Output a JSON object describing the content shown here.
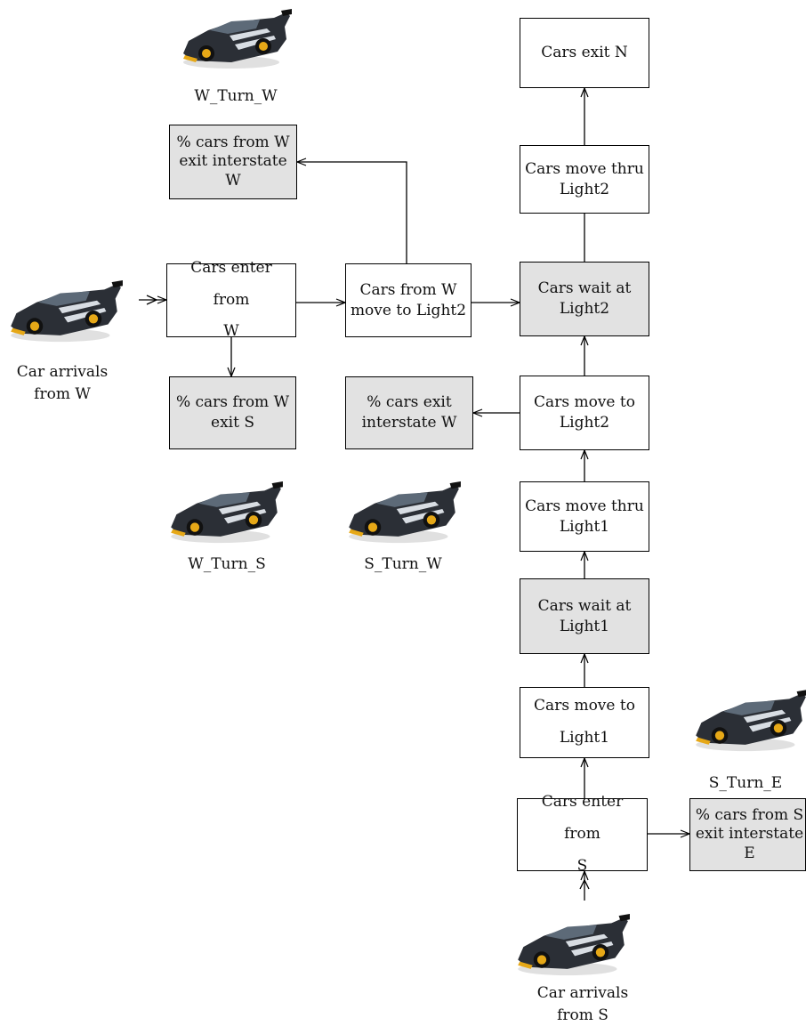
{
  "boxes": {
    "cars_exit_n": "Cars exit N",
    "cars_move_thru_light2": "Cars move thru\nLight2",
    "pct_w_exit_interstate_w": "% cars from W\nexit interstate\nW",
    "cars_enter_from_w": "Cars enter from\nW",
    "cars_from_w_move_light2": "Cars from W\nmove to Light2",
    "cars_wait_light2": "Cars wait at\nLight2",
    "pct_w_exit_s": "% cars from W\nexit S",
    "pct_exit_interstate_w": "% cars exit\ninterstate W",
    "cars_move_to_light2": "Cars move to\nLight2",
    "cars_move_thru_light1": "Cars move thru\nLight1",
    "cars_wait_light1": "Cars wait at\nLight1",
    "cars_move_to_light1": "Cars move to\nLight1",
    "cars_enter_from_s": "Cars enter from\nS",
    "pct_s_exit_interstate_e": "% cars from S\nexit interstate\nE"
  },
  "labels": {
    "w_turn_w": "W_Turn_W",
    "car_arrivals_w": "Car arrivals\nfrom W",
    "w_turn_s": "W_Turn_S",
    "s_turn_w": "S_Turn_W",
    "s_turn_e": "S_Turn_E",
    "car_arrivals_s": "Car arrivals\nfrom S"
  },
  "colors": {
    "gray_box": "#e2e2e2",
    "car_body": "#2b2f36",
    "car_stripe": "#d8dde3",
    "car_rim": "#e6a817"
  },
  "icons": [
    "race-car-icon"
  ]
}
